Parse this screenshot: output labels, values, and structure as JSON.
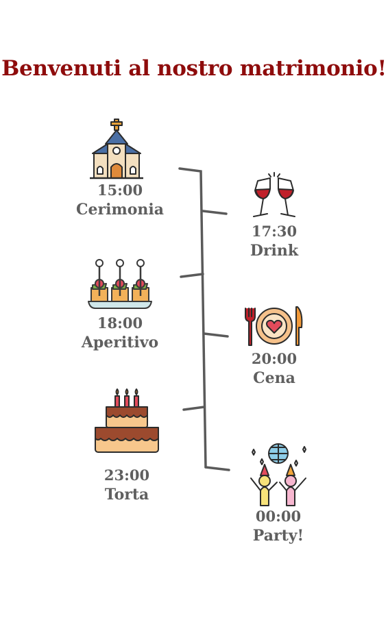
{
  "title": "Benvenuti al nostro matrimonio!",
  "colors": {
    "title": "#8e0c0c",
    "text": "#5f5f5f",
    "line": "#5a5a5a"
  },
  "events": [
    {
      "time": "15:00",
      "label": "Cerimonia",
      "icon": "church-icon"
    },
    {
      "time": "17:30",
      "label": "Drink",
      "icon": "wine-glasses-icon"
    },
    {
      "time": "18:00",
      "label": "Aperitivo",
      "icon": "appetizer-icon"
    },
    {
      "time": "20:00",
      "label": "Cena",
      "icon": "dinner-plate-icon"
    },
    {
      "time": "23:00",
      "label": "Torta",
      "icon": "cake-icon"
    },
    {
      "time": "00:00",
      "label": "Party!",
      "icon": "party-icon"
    }
  ]
}
